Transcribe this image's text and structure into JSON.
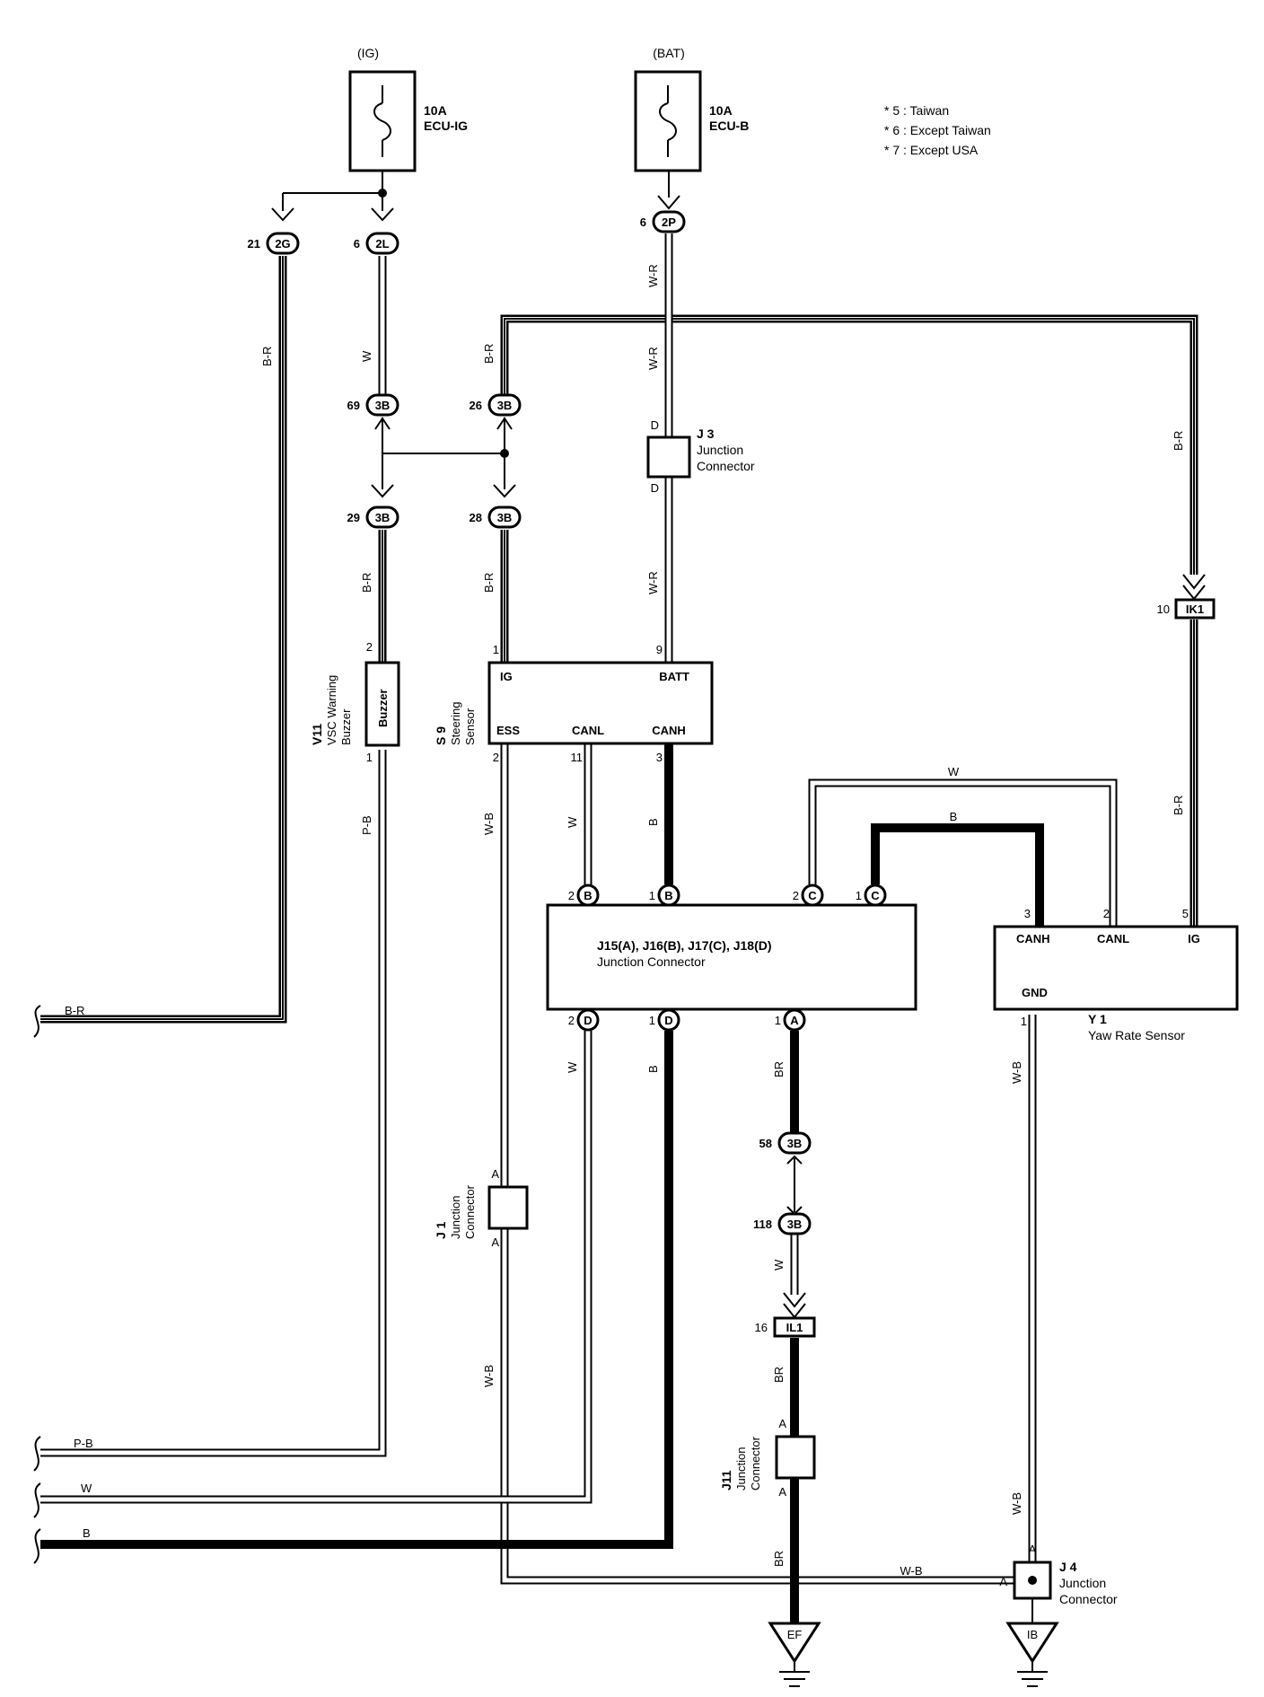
{
  "fuses": {
    "ig": {
      "source": "(IG)",
      "rating": "10A",
      "name": "ECU-IG"
    },
    "bat": {
      "source": "(BAT)",
      "rating": "10A",
      "name": "ECU-B"
    }
  },
  "notes": [
    "* 5 : Taiwan",
    "* 6 : Except Taiwan",
    "* 7 : Except USA"
  ],
  "connectors": {
    "c2G": {
      "pin": "21",
      "id": "2G"
    },
    "c2L": {
      "pin": "6",
      "id": "2L"
    },
    "c2P": {
      "pin": "6",
      "id": "2P"
    },
    "c3B_69": {
      "pin": "69",
      "id": "3B"
    },
    "c3B_26": {
      "pin": "26",
      "id": "3B"
    },
    "c3B_29": {
      "pin": "29",
      "id": "3B"
    },
    "c3B_28": {
      "pin": "28",
      "id": "3B"
    },
    "c3B_58": {
      "pin": "58",
      "id": "3B"
    },
    "c3B_118": {
      "pin": "118",
      "id": "3B"
    },
    "cIK1": {
      "pin": "10",
      "id": "IK1"
    },
    "cIL1": {
      "pin": "16",
      "id": "IL1"
    }
  },
  "wire_colors": {
    "br": "B-R",
    "w": "W",
    "wr": "W-R",
    "b": "B",
    "pb": "P-B",
    "wb": "W-B",
    "brn": "BR"
  },
  "components": {
    "buzzer": {
      "id": "V11",
      "name1": "VSC Warning",
      "name2": "Buzzer",
      "label": "Buzzer",
      "pin_top": "2",
      "pin_bottom": "1"
    },
    "steering": {
      "id": "S 9",
      "name1": "Steering",
      "name2": "Sensor",
      "ig": "IG",
      "batt": "BATT",
      "ess": "ESS",
      "canl": "CANL",
      "canh": "CANH",
      "pin_ig": "1",
      "pin_batt": "9",
      "pin_ess": "2",
      "pin_canl": "11",
      "pin_canh": "3"
    },
    "jc_main": {
      "title": "J15(A), J16(B), J17(C), J18(D)",
      "subtitle": "Junction Connector"
    },
    "yaw": {
      "id": "Y 1",
      "name": "Yaw Rate Sensor",
      "canh": "CANH",
      "canl": "CANL",
      "ig": "IG",
      "gnd": "GND",
      "pin_canh": "3",
      "pin_canl": "2",
      "pin_ig": "5",
      "pin_gnd": "1"
    },
    "j3": {
      "id": "J 3",
      "name1": "Junction",
      "name2": "Connector",
      "pin": "D"
    },
    "j1": {
      "id": "J 1",
      "name1": "Junction",
      "name2": "Connector",
      "pin": "A"
    },
    "j11": {
      "id": "J11",
      "name1": "Junction",
      "name2": "Connector",
      "pin": "A"
    },
    "j4": {
      "id": "J 4",
      "name1": "Junction",
      "name2": "Connector",
      "pin": "A"
    }
  },
  "jc_pins": {
    "top": [
      {
        "pin": "2",
        "letter": "B"
      },
      {
        "pin": "1",
        "letter": "B"
      },
      {
        "pin": "2",
        "letter": "C"
      },
      {
        "pin": "1",
        "letter": "C"
      }
    ],
    "bottom": [
      {
        "pin": "2",
        "letter": "D"
      },
      {
        "pin": "1",
        "letter": "D"
      },
      {
        "pin": "1",
        "letter": "A"
      }
    ]
  },
  "grounds": {
    "ef": "EF",
    "ib": "IB"
  }
}
